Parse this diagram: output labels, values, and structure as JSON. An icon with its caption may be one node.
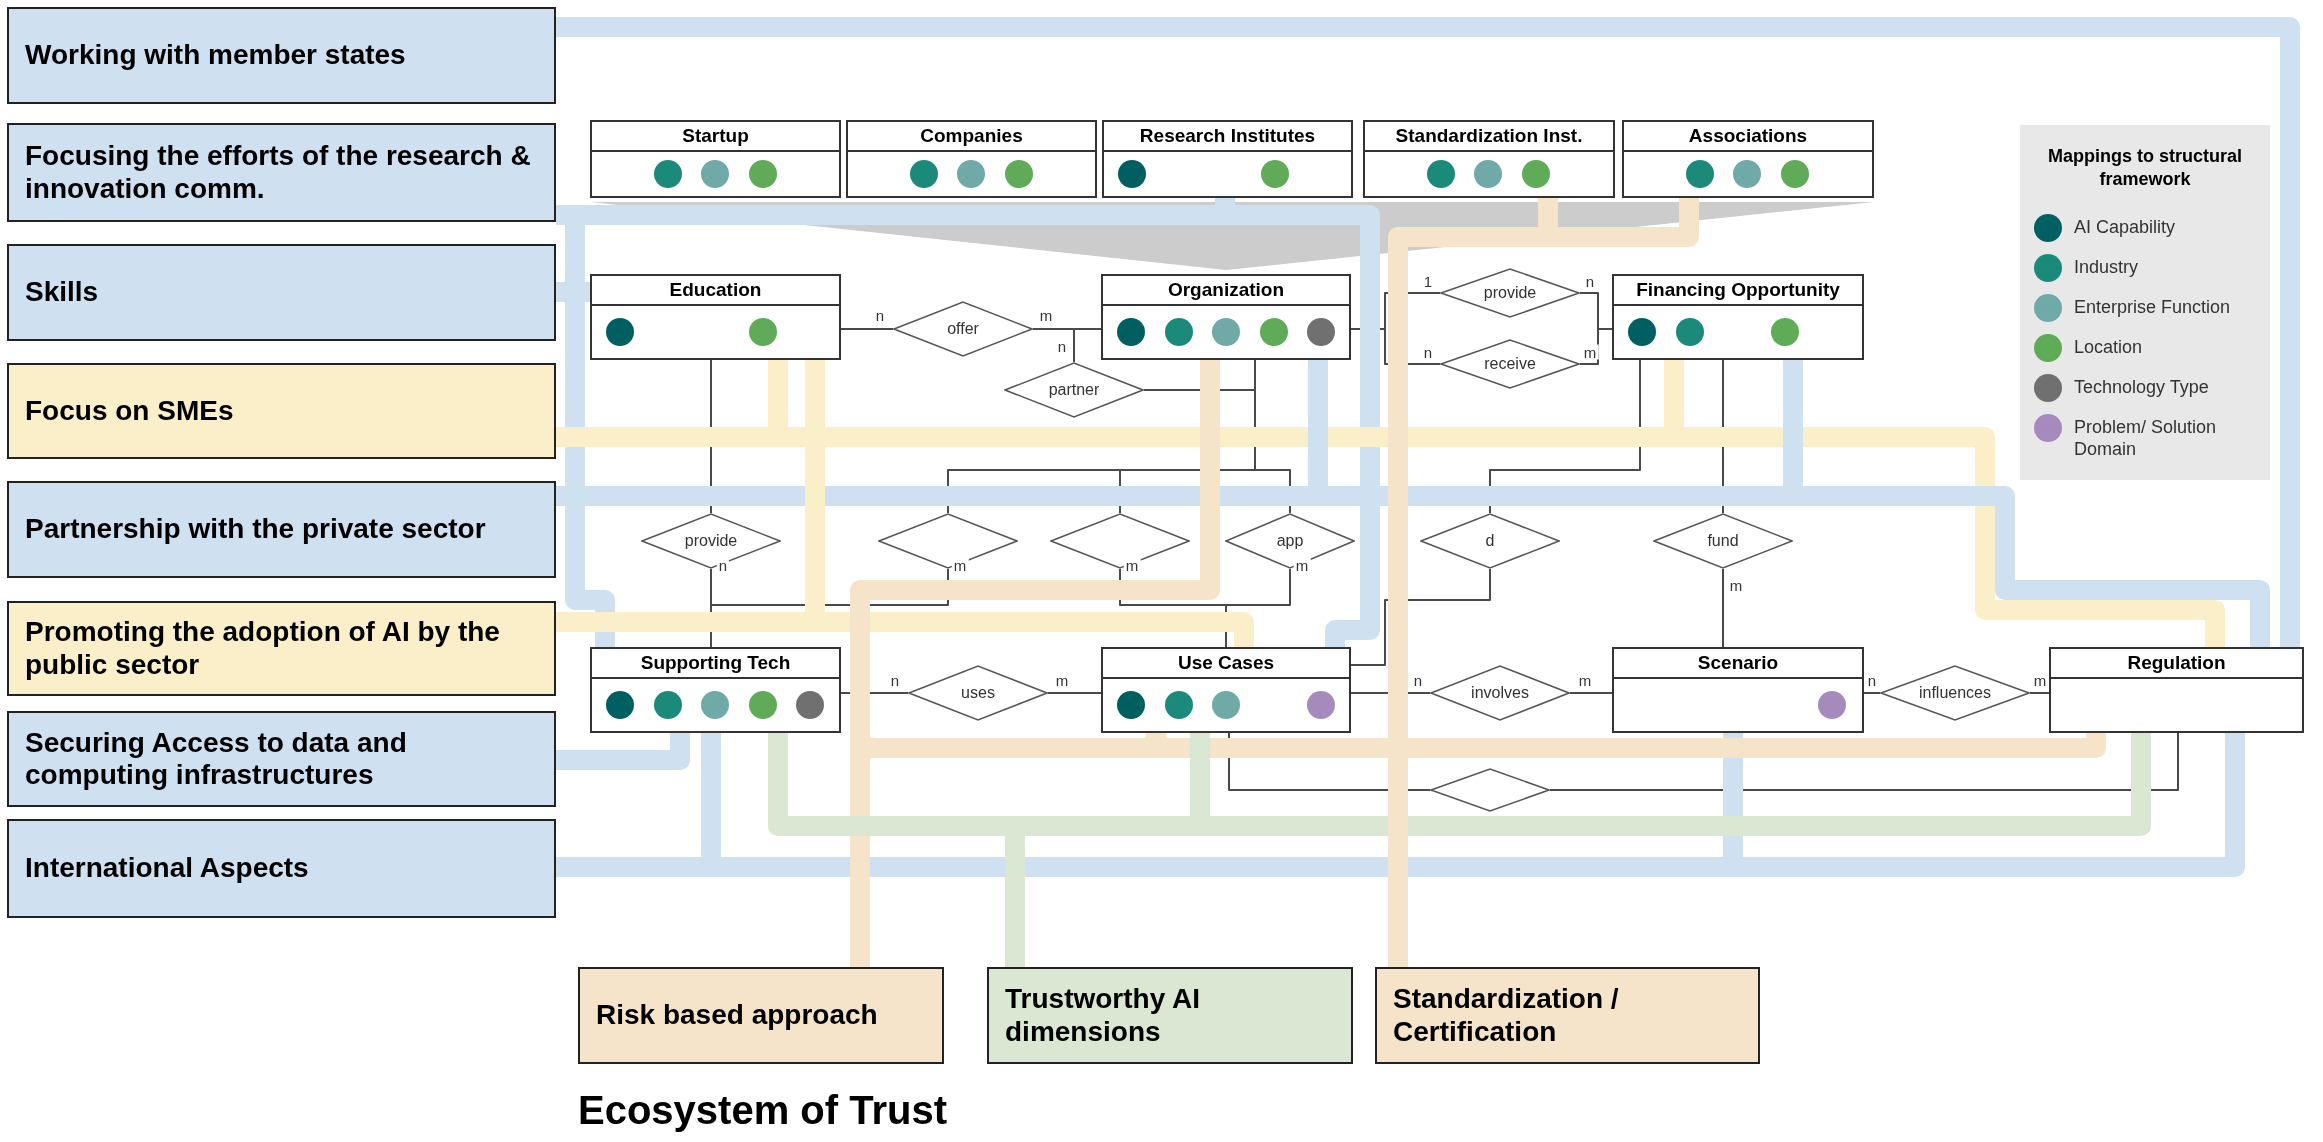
{
  "diagram": {
    "caption": "Ecosystem of Trust",
    "nodes": [
      {
        "text": [
          "Working with member states"
        ]
      },
      {
        "text": [
          "Focusing the efforts of the research & innovation comm."
        ]
      },
      {
        "text": [
          "Skills"
        ]
      },
      {
        "text": [
          "Focus on SMEs"
        ]
      },
      {
        "text": [
          "Partnership with the private sector"
        ]
      },
      {
        "text": [
          "Promoting the adoption of AI by the public sector"
        ]
      },
      {
        "text": [
          "Securing Access to data and computing infrastructures"
        ]
      },
      {
        "text": [
          "International Aspects"
        ]
      },
      {
        "text": [
          "Risk based approach"
        ]
      },
      {
        "text": [
          "Trustworthy AI dimensions"
        ]
      },
      {
        "text": [
          "Standardization / Certification"
        ]
      },
      {
        "text": [
          "Startup"
        ]
      },
      {
        "text": [
          "Companies"
        ]
      },
      {
        "text": [
          "Research Institutes"
        ]
      },
      {
        "text": [
          "Standardization Inst."
        ]
      },
      {
        "text": [
          "Associations"
        ]
      },
      {
        "text": [
          "Education"
        ]
      },
      {
        "text": [
          "Organization"
        ]
      },
      {
        "text": [
          "Financing Opportunity"
        ]
      },
      {
        "text": [
          "Supporting Tech"
        ]
      },
      {
        "text": [
          "Use Cases"
        ]
      },
      {
        "text": [
          "Scenario"
        ]
      },
      {
        "text": [
          "Regulation"
        ]
      },
      {
        "text": [
          "offer"
        ]
      },
      {
        "text": [
          "partner"
        ]
      },
      {
        "text": [
          "provide"
        ]
      },
      {
        "text": [
          "receive"
        ]
      },
      {
        "text": [
          "provide"
        ]
      },
      {
        "text": [],
        "shape": "diamond"
      },
      {
        "text": [],
        "shape": "diamond"
      },
      {
        "text": [
          "app"
        ]
      },
      {
        "text": [
          "d"
        ]
      },
      {
        "text": [
          "fund"
        ]
      },
      {
        "text": [
          "uses"
        ]
      },
      {
        "text": [
          "involves"
        ]
      },
      {
        "text": [
          "influences"
        ]
      },
      {
        "text": [],
        "shape": "diamond"
      }
    ],
    "edges": [
      {
        "from": 16,
        "to": 23,
        "arrow": "none",
        "label": "n"
      },
      {
        "from": 23,
        "to": 17,
        "arrow": "none",
        "label": "m"
      },
      {
        "from": 24,
        "to": 17,
        "arrow": "none",
        "label": "n"
      },
      {
        "from": 24,
        "to": 17,
        "arrow": "none"
      },
      {
        "from": 17,
        "to": 25,
        "arrow": "none",
        "label": "1"
      },
      {
        "from": 25,
        "to": 18,
        "arrow": "none",
        "label": "n"
      },
      {
        "from": 17,
        "to": 26,
        "arrow": "none",
        "label": "n"
      },
      {
        "from": 26,
        "to": 18,
        "arrow": "none",
        "label": "m"
      },
      {
        "from": 16,
        "to": 27,
        "arrow": "none"
      },
      {
        "from": 27,
        "to": 19,
        "arrow": "none",
        "label": "n"
      },
      {
        "from": 17,
        "to": 28,
        "arrow": "none"
      },
      {
        "from": 28,
        "to": 19,
        "arrow": "none",
        "label": "m"
      },
      {
        "from": 17,
        "to": 29,
        "arrow": "none"
      },
      {
        "from": 29,
        "to": 20,
        "arrow": "none",
        "label": "m"
      },
      {
        "from": 17,
        "to": 30,
        "arrow": "none"
      },
      {
        "from": 30,
        "to": 20,
        "arrow": "none",
        "label": "m"
      },
      {
        "from": 18,
        "to": 31,
        "arrow": "none"
      },
      {
        "from": 31,
        "to": 20,
        "arrow": "none"
      },
      {
        "from": 18,
        "to": 32,
        "arrow": "none"
      },
      {
        "from": 32,
        "to": 21,
        "arrow": "none",
        "label": "m"
      },
      {
        "from": 19,
        "to": 33,
        "arrow": "none",
        "label": "n"
      },
      {
        "from": 33,
        "to": 20,
        "arrow": "none",
        "label": "m"
      },
      {
        "from": 20,
        "to": 34,
        "arrow": "none",
        "label": "n"
      },
      {
        "from": 34,
        "to": 21,
        "arrow": "none",
        "label": "m"
      },
      {
        "from": 21,
        "to": 35,
        "arrow": "none",
        "label": "n"
      },
      {
        "from": 35,
        "to": 22,
        "arrow": "none",
        "label": "m"
      },
      {
        "from": 20,
        "to": 36,
        "arrow": "none"
      },
      {
        "from": 36,
        "to": 22,
        "arrow": "none"
      },
      {
        "from": 0,
        "to": 22,
        "arrow": "none",
        "style": "thick",
        "color": "#cfe0f1"
      },
      {
        "from": 1,
        "to": 13,
        "arrow": "none",
        "style": "thick",
        "color": "#cfe0f1"
      },
      {
        "from": 1,
        "to": 19,
        "arrow": "none",
        "style": "thick",
        "color": "#cfe0f1"
      },
      {
        "from": 1,
        "to": 20,
        "arrow": "none",
        "style": "thick",
        "color": "#cfe0f1"
      },
      {
        "from": 2,
        "to": 16,
        "arrow": "none",
        "style": "thick",
        "color": "#cfe0f1"
      },
      {
        "from": 3,
        "to": 16,
        "arrow": "none",
        "style": "thick",
        "color": "#fbefc9"
      },
      {
        "from": 3,
        "to": 18,
        "arrow": "none",
        "style": "thick",
        "color": "#fbefc9"
      },
      {
        "from": 3,
        "to": 22,
        "arrow": "none",
        "style": "thick",
        "color": "#fbefc9"
      },
      {
        "from": 4,
        "to": 17,
        "arrow": "none",
        "style": "thick",
        "color": "#cfe0f1"
      },
      {
        "from": 4,
        "to": 18,
        "arrow": "none",
        "style": "thick",
        "color": "#cfe0f1"
      },
      {
        "from": 4,
        "to": 22,
        "arrow": "none",
        "style": "thick",
        "color": "#cfe0f1"
      },
      {
        "from": 5,
        "to": 16,
        "arrow": "none",
        "style": "thick",
        "color": "#fbefc9"
      },
      {
        "from": 5,
        "to": 20,
        "arrow": "none",
        "style": "thick",
        "color": "#fbefc9"
      },
      {
        "from": 6,
        "to": 19,
        "arrow": "none",
        "style": "thick",
        "color": "#cfe0f1"
      },
      {
        "from": 7,
        "to": 19,
        "arrow": "none",
        "style": "thick",
        "color": "#cfe0f1"
      },
      {
        "from": 7,
        "to": 21,
        "arrow": "none",
        "style": "thick",
        "color": "#cfe0f1"
      },
      {
        "from": 7,
        "to": 22,
        "arrow": "none",
        "style": "thick",
        "color": "#cfe0f1"
      },
      {
        "from": 8,
        "to": 17,
        "arrow": "none",
        "style": "thick",
        "color": "#f5e4c9"
      },
      {
        "from": 8,
        "to": 20,
        "arrow": "none",
        "style": "thick",
        "color": "#f5e4c9"
      },
      {
        "from": 8,
        "to": 22,
        "arrow": "none",
        "style": "thick",
        "color": "#f5e4c9"
      },
      {
        "from": 9,
        "to": 19,
        "arrow": "none",
        "style": "thick",
        "color": "#d9e7d3"
      },
      {
        "from": 9,
        "to": 20,
        "arrow": "none",
        "style": "thick",
        "color": "#d9e7d3"
      },
      {
        "from": 9,
        "to": 22,
        "arrow": "none",
        "style": "thick",
        "color": "#d9e7d3"
      },
      {
        "from": 10,
        "to": 14,
        "arrow": "none",
        "style": "thick",
        "color": "#f5e4c9"
      },
      {
        "from": 10,
        "to": 15,
        "arrow": "none",
        "style": "thick",
        "color": "#f5e4c9"
      }
    ],
    "labels": [
      "Mappings to structural framework"
    ],
    "legend": [
      {
        "text": "AI Capability",
        "color": "#005f61"
      },
      {
        "text": "Industry",
        "color": "#1b8a7b"
      },
      {
        "text": "Enterprise Function",
        "color": "#6faaa9"
      },
      {
        "text": "Location",
        "color": "#5fab58"
      },
      {
        "text": "Technology Type",
        "color": "#707070"
      },
      {
        "text": "Problem/ Solution Domain",
        "color": "#a68abd"
      }
    ]
  }
}
